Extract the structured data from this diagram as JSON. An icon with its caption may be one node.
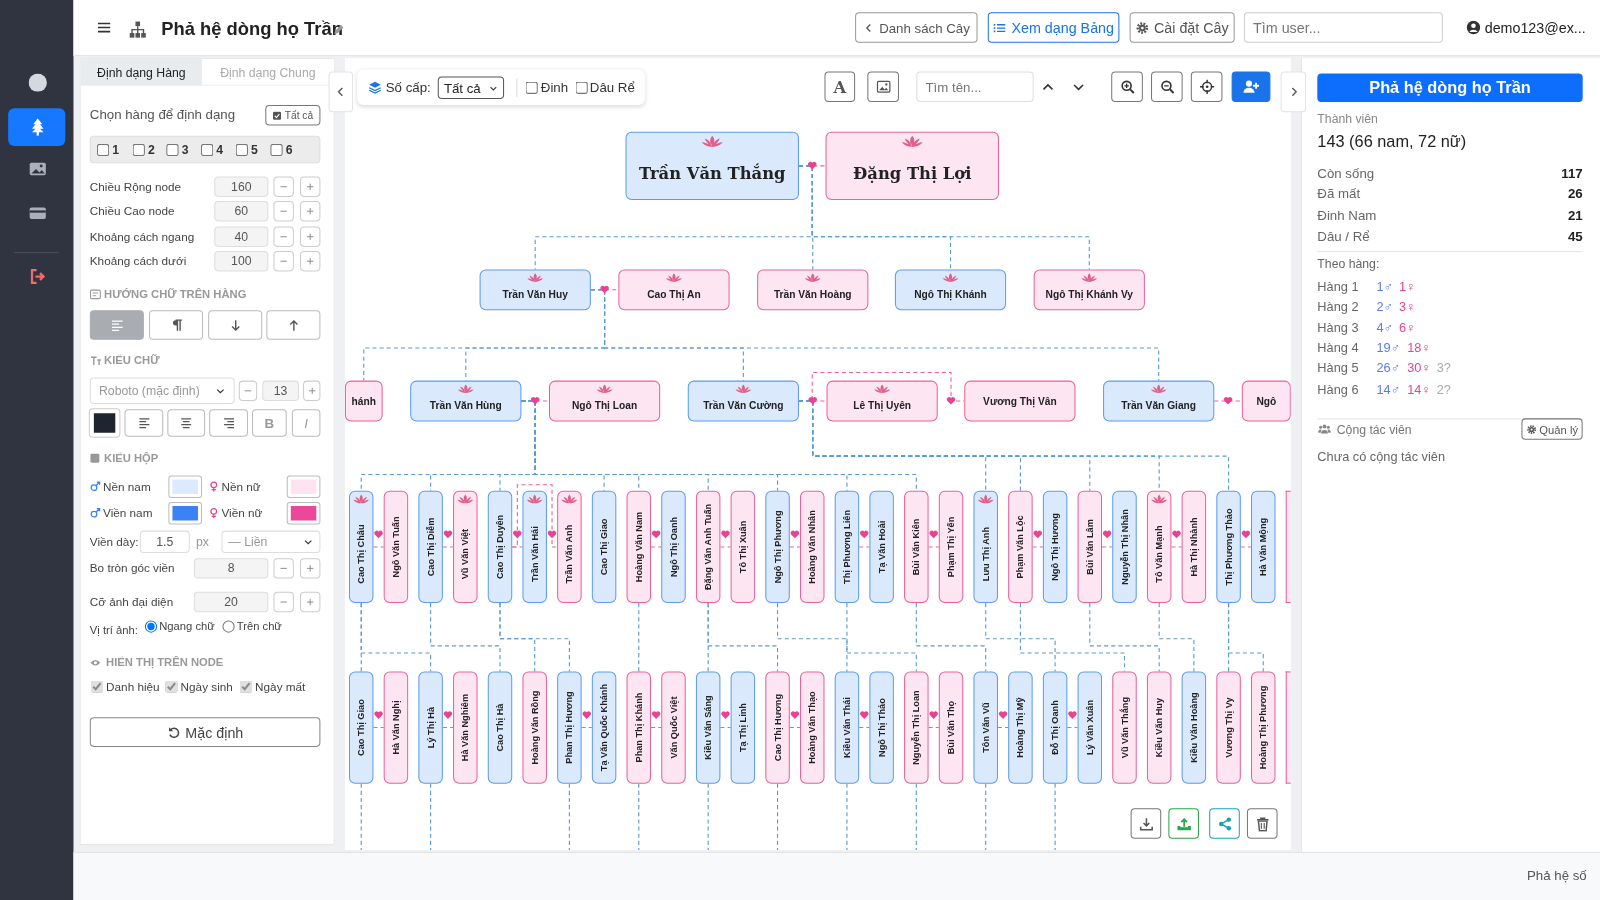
{
  "diagram": {
    "title": "Phả hệ dòng họ Trần",
    "nodes": [
      {
        "text": [
          "Trần Văn Thắng"
        ]
      },
      {
        "text": [
          "Đặng Thị Lợi"
        ]
      },
      {
        "text": [
          "Trần Văn Huy"
        ]
      },
      {
        "text": [
          "Cao Thị An"
        ]
      },
      {
        "text": [
          "Trần Văn Hoàng"
        ]
      },
      {
        "text": [
          "Ngô Thị Khánh"
        ]
      },
      {
        "text": [
          "Ngô Thị Khánh Vy"
        ]
      },
      {
        "text": [
          "hánh"
        ]
      },
      {
        "text": [
          "Trần Văn Hùng"
        ]
      },
      {
        "text": [
          "Ngô Thị Loan"
        ]
      },
      {
        "text": [
          "Trần Văn Cường"
        ]
      },
      {
        "text": [
          "Lê Thị Uyên"
        ]
      },
      {
        "text": [
          "Vương Thị Vân"
        ]
      },
      {
        "text": [
          "Trần Văn Giang"
        ]
      },
      {
        "text": [
          "Ngô"
        ]
      },
      {
        "text": [
          "Cao Thị Châu"
        ]
      },
      {
        "text": [
          "Ngô Văn Tuấn"
        ]
      },
      {
        "text": [
          "Cao Thị Diễm"
        ]
      },
      {
        "text": [
          "Vũ Văn Việt"
        ]
      },
      {
        "text": [
          "Cao Thị Duyên"
        ]
      },
      {
        "text": [
          "Trần Văn Hải"
        ]
      },
      {
        "text": [
          "Trần Văn Anh"
        ]
      },
      {
        "text": [
          "Cao Thị Giao"
        ]
      },
      {
        "text": [
          "Hoàng Văn Nam"
        ]
      },
      {
        "text": [
          "Ngô Thị Oanh"
        ]
      },
      {
        "text": [
          "Đặng Văn Anh Tuấn"
        ]
      },
      {
        "text": [
          "Tô Thị Xuân"
        ]
      },
      {
        "text": [
          "Ngô Thị Phương"
        ]
      },
      {
        "text": [
          "Hoàng Văn Nhân"
        ]
      },
      {
        "text": [
          "Thị Phương Liên"
        ]
      },
      {
        "text": [
          "Tạ Văn Hoài"
        ]
      },
      {
        "text": [
          "Bùi Văn Kiên"
        ]
      },
      {
        "text": [
          "Phạm Thị Yến"
        ]
      },
      {
        "text": [
          "Lưu Thị Anh"
        ]
      },
      {
        "text": [
          "Phạm Văn Lộc"
        ]
      },
      {
        "text": [
          "Ngô Thị Hương"
        ]
      },
      {
        "text": [
          "Bùi Văn Lâm"
        ]
      },
      {
        "text": [
          "Nguyễn Thị Nhân"
        ]
      },
      {
        "text": [
          "Tô Văn Mạnh"
        ]
      },
      {
        "text": [
          "Hà Thị Nhành"
        ]
      },
      {
        "text": [
          "Thị Phương Thảo"
        ]
      },
      {
        "text": [
          "Hà Văn Mộng"
        ]
      },
      {
        "text": [],
        "shape": "box"
      },
      {
        "text": [
          "Cao Thị Giao"
        ]
      },
      {
        "text": [
          "Hà Văn Nghị"
        ]
      },
      {
        "text": [
          "Lý Thị Hà"
        ]
      },
      {
        "text": [
          "Hà Văn Nghiêm"
        ]
      },
      {
        "text": [
          "Cao Thị Hà"
        ]
      },
      {
        "text": [
          "Hoàng Văn Rồng"
        ]
      },
      {
        "text": [
          "Phan Thị Hương"
        ]
      },
      {
        "text": [
          "Tạ Văn Quốc Khánh"
        ]
      },
      {
        "text": [
          "Phan Thị Khánh"
        ]
      },
      {
        "text": [
          "Văn Quốc Việt"
        ]
      },
      {
        "text": [
          "Kiều Văn Sáng"
        ]
      },
      {
        "text": [
          "Tạ Thị Linh"
        ]
      },
      {
        "text": [
          "Cao Thị Hương"
        ]
      },
      {
        "text": [
          "Hoàng Văn Thạo"
        ]
      },
      {
        "text": [
          "Kiều Văn Thái"
        ]
      },
      {
        "text": [
          "Ngô Thị Thảo"
        ]
      },
      {
        "text": [
          "Nguyễn Thị Loan"
        ]
      },
      {
        "text": [
          "Bùi Văn Thọ"
        ]
      },
      {
        "text": [
          "Tôn Văn Vũ"
        ]
      },
      {
        "text": [
          "Hoàng Thị Mỹ"
        ]
      },
      {
        "text": [
          "Đỗ Thị Oanh"
        ]
      },
      {
        "text": [
          "Lý Văn Xuân"
        ]
      },
      {
        "text": [
          "Vũ Văn Thắng"
        ]
      },
      {
        "text": [
          "Kiều Văn Huy"
        ]
      },
      {
        "text": [
          "Kiều Văn Hoàng"
        ]
      },
      {
        "text": [
          "Vương Thị Vy"
        ]
      },
      {
        "text": [
          "Hoàng Thị Phương"
        ]
      },
      {
        "text": [],
        "shape": "box"
      }
    ],
    "edges": [
      {
        "from": 0,
        "to": 1,
        "arrow": "none",
        "style": "dashed",
        "color": "#f06292"
      },
      {
        "from": 0,
        "to": 2,
        "arrow": "none",
        "style": "dashed"
      },
      {
        "from": 0,
        "to": 4,
        "arrow": "none",
        "style": "dashed"
      },
      {
        "from": 0,
        "to": 5,
        "arrow": "none",
        "style": "dashed"
      },
      {
        "from": 0,
        "to": 6,
        "arrow": "none",
        "style": "dashed"
      },
      {
        "from": 2,
        "to": 3,
        "arrow": "none",
        "style": "dashed",
        "color": "#f06292"
      },
      {
        "from": 2,
        "to": 7,
        "arrow": "none",
        "style": "dashed"
      },
      {
        "from": 2,
        "to": 8,
        "arrow": "none",
        "style": "dashed"
      },
      {
        "from": 2,
        "to": 10,
        "arrow": "none",
        "style": "dashed"
      },
      {
        "from": 2,
        "to": 13,
        "arrow": "none",
        "style": "dashed"
      },
      {
        "from": 8,
        "to": 9,
        "arrow": "none",
        "style": "dashed",
        "color": "#f06292"
      },
      {
        "from": 10,
        "to": 11,
        "arrow": "none",
        "style": "dashed",
        "color": "#f06292"
      },
      {
        "from": 10,
        "to": 12,
        "arrow": "none",
        "style": "dashed",
        "color": "#f06292"
      },
      {
        "from": 13,
        "to": 14,
        "arrow": "none",
        "style": "dashed",
        "color": "#f06292"
      },
      {
        "from": 8,
        "to": 15,
        "arrow": "none",
        "style": "dashed"
      },
      {
        "from": 8,
        "to": 17,
        "arrow": "none",
        "style": "dashed"
      },
      {
        "from": 8,
        "to": 19,
        "arrow": "none",
        "style": "dashed"
      },
      {
        "from": 8,
        "to": 22,
        "arrow": "none",
        "style": "dashed"
      },
      {
        "from": 8,
        "to": 23,
        "arrow": "none",
        "style": "dashed"
      },
      {
        "from": 8,
        "to": 25,
        "arrow": "none",
        "style": "dashed"
      },
      {
        "from": 8,
        "to": 27,
        "arrow": "none",
        "style": "dashed"
      },
      {
        "from": 8,
        "to": 29,
        "arrow": "none",
        "style": "dashed"
      },
      {
        "from": 8,
        "to": 31,
        "arrow": "none",
        "style": "dashed"
      },
      {
        "from": 10,
        "to": 33,
        "arrow": "none",
        "style": "dashed"
      },
      {
        "from": 10,
        "to": 34,
        "arrow": "none",
        "style": "dashed"
      },
      {
        "from": 10,
        "to": 36,
        "arrow": "none",
        "style": "dashed"
      },
      {
        "from": 10,
        "to": 38,
        "arrow": "none",
        "style": "dashed"
      },
      {
        "from": 10,
        "to": 40,
        "arrow": "none",
        "style": "dashed"
      },
      {
        "from": 15,
        "to": 16,
        "arrow": "none",
        "style": "dashed",
        "color": "#f06292"
      },
      {
        "from": 17,
        "to": 18,
        "arrow": "none",
        "style": "dashed",
        "color": "#f06292"
      },
      {
        "from": 19,
        "to": 20,
        "arrow": "none",
        "style": "dashed",
        "color": "#f06292"
      },
      {
        "from": 19,
        "to": 21,
        "arrow": "none",
        "style": "dashed",
        "color": "#f06292"
      },
      {
        "from": 23,
        "to": 24,
        "arrow": "none",
        "style": "dashed",
        "color": "#f06292"
      },
      {
        "from": 25,
        "to": 26,
        "arrow": "none",
        "style": "dashed",
        "color": "#f06292"
      },
      {
        "from": 27,
        "to": 28,
        "arrow": "none",
        "style": "dashed",
        "color": "#f06292"
      },
      {
        "from": 29,
        "to": 30,
        "arrow": "none",
        "style": "dashed",
        "color": "#f06292"
      },
      {
        "from": 31,
        "to": 32,
        "arrow": "none",
        "style": "dashed",
        "color": "#f06292"
      },
      {
        "from": 34,
        "to": 35,
        "arrow": "none",
        "style": "dashed",
        "color": "#f06292"
      },
      {
        "from": 36,
        "to": 37,
        "arrow": "none",
        "style": "dashed",
        "color": "#f06292"
      },
      {
        "from": 38,
        "to": 39,
        "arrow": "none",
        "style": "dashed",
        "color": "#f06292"
      },
      {
        "from": 40,
        "to": 41,
        "arrow": "none",
        "style": "dashed",
        "color": "#f06292"
      },
      {
        "from": 15,
        "to": 43,
        "arrow": "none",
        "style": "dashed"
      },
      {
        "from": 15,
        "to": 45,
        "arrow": "none",
        "style": "dashed"
      },
      {
        "from": 17,
        "to": 47,
        "arrow": "none",
        "style": "dashed"
      },
      {
        "from": 19,
        "to": 48,
        "arrow": "none",
        "style": "dashed"
      },
      {
        "from": 19,
        "to": 49,
        "arrow": "none",
        "style": "dashed"
      },
      {
        "from": 23,
        "to": 51,
        "arrow": "none",
        "style": "dashed"
      },
      {
        "from": 25,
        "to": 53,
        "arrow": "none",
        "style": "dashed"
      },
      {
        "from": 25,
        "to": 55,
        "arrow": "none",
        "style": "dashed"
      },
      {
        "from": 27,
        "to": 57,
        "arrow": "none",
        "style": "dashed"
      },
      {
        "from": 29,
        "to": 59,
        "arrow": "none",
        "style": "dashed"
      },
      {
        "from": 31,
        "to": 61,
        "arrow": "none",
        "style": "dashed"
      },
      {
        "from": 33,
        "to": 63,
        "arrow": "none",
        "style": "dashed"
      },
      {
        "from": 34,
        "to": 65,
        "arrow": "none",
        "style": "dashed"
      },
      {
        "from": 36,
        "to": 66,
        "arrow": "none",
        "style": "dashed"
      },
      {
        "from": 38,
        "to": 67,
        "arrow": "none",
        "style": "dashed"
      },
      {
        "from": 40,
        "to": 68,
        "arrow": "none",
        "style": "dashed"
      },
      {
        "from": 40,
        "to": 69,
        "arrow": "none",
        "style": "dashed"
      },
      {
        "from": 43,
        "to": 44,
        "arrow": "none",
        "style": "dashed",
        "color": "#f06292"
      },
      {
        "from": 45,
        "to": 46,
        "arrow": "none",
        "style": "dashed",
        "color": "#f06292"
      },
      {
        "from": 49,
        "to": 50,
        "arrow": "none",
        "style": "dashed",
        "color": "#f06292"
      },
      {
        "from": 51,
        "to": 52,
        "arrow": "none",
        "style": "dashed",
        "color": "#f06292"
      },
      {
        "from": 53,
        "to": 54,
        "arrow": "none",
        "style": "dashed",
        "color": "#f06292"
      },
      {
        "from": 55,
        "to": 56,
        "arrow": "none",
        "style": "dashed",
        "color": "#f06292"
      },
      {
        "from": 57,
        "to": 58,
        "arrow": "none",
        "style": "dashed",
        "color": "#f06292"
      },
      {
        "from": 59,
        "to": 60,
        "arrow": "none",
        "style": "dashed",
        "color": "#f06292"
      },
      {
        "from": 61,
        "to": 62,
        "arrow": "none",
        "style": "dashed",
        "color": "#f06292"
      },
      {
        "from": 63,
        "to": 64,
        "arrow": "none",
        "style": "dashed",
        "color": "#f06292"
      },
      {
        "from": 43,
        "to": null,
        "arrow": "none",
        "style": "dashed"
      },
      {
        "from": 45,
        "to": null,
        "arrow": "none",
        "style": "dashed"
      },
      {
        "from": 49,
        "to": null,
        "arrow": "none",
        "style": "dashed"
      },
      {
        "from": 51,
        "to": null,
        "arrow": "none",
        "style": "dashed"
      },
      {
        "from": 53,
        "to": null,
        "arrow": "none",
        "style": "dashed"
      },
      {
        "from": 55,
        "to": null,
        "arrow": "none",
        "style": "dashed"
      },
      {
        "from": 57,
        "to": null,
        "arrow": "none",
        "style": "dashed"
      },
      {
        "from": 59,
        "to": null,
        "arrow": "none",
        "style": "dashed"
      },
      {
        "from": 61,
        "to": null,
        "arrow": "none",
        "style": "dashed"
      },
      {
        "from": 63,
        "to": null,
        "arrow": "none",
        "style": "dashed"
      }
    ],
    "labels": [
      "Danh sách Cây",
      "Xem dạng Bảng",
      "Cài đặt Cây",
      "Tìm user...",
      "demo123@ex...",
      "Định dạng Hàng",
      "Định dạng Chung",
      "Chọn hàng để định dạng",
      "Tất cả",
      "1",
      "2",
      "3",
      "4",
      "5",
      "6",
      "Chiều Rộng node",
      "160",
      "Chiều Cao node",
      "60",
      "Khoảng cách ngang",
      "40",
      "Khoảng cách dưới",
      "100",
      "HƯỚNG CHỮ TRÊN HÀNG",
      "KIỂU CHỮ",
      "Roboto (mặc định)",
      "13",
      "B",
      "I",
      "KIỂU HỘP",
      "Nền nam",
      "Nền nữ",
      "Viền nam",
      "Viền nữ",
      "Viền dày:",
      "1.5",
      "px",
      "— Liền",
      "Bo tròn góc viền",
      "8",
      "Cỡ ảnh đại diện",
      "20",
      "Vị trí ảnh:",
      "Ngang chữ",
      "Trên chữ",
      "HIỂN THỊ TRÊN NODE",
      "Danh hiệu",
      "Ngày sinh",
      "Ngày mất",
      "Mặc định",
      "Số cấp:",
      "Tất cả",
      "Đinh",
      "Dâu Rể",
      "A",
      "Tìm tên...",
      "Phả hệ dòng họ Trần",
      "Thành viên",
      "143 (66 nam, 72 nữ)",
      "Còn sống",
      "117",
      "Đã mất",
      "26",
      "Đinh Nam",
      "21",
      "Dâu / Rể",
      "45",
      "Theo hàng:",
      "Hàng 1",
      "1♂",
      "1♀",
      "Hàng 2",
      "2♂",
      "3♀",
      "Hàng 3",
      "4♂",
      "6♀",
      "Hàng 4",
      "19♂",
      "18♀",
      "Hàng 5",
      "26♂",
      "30♀",
      "3?",
      "Hàng 6",
      "14♂",
      "14♀",
      "2?",
      "Cộng tác viên",
      "Quản lý",
      "Chưa có cộng tác viên",
      "Phả hệ số"
    ]
  }
}
